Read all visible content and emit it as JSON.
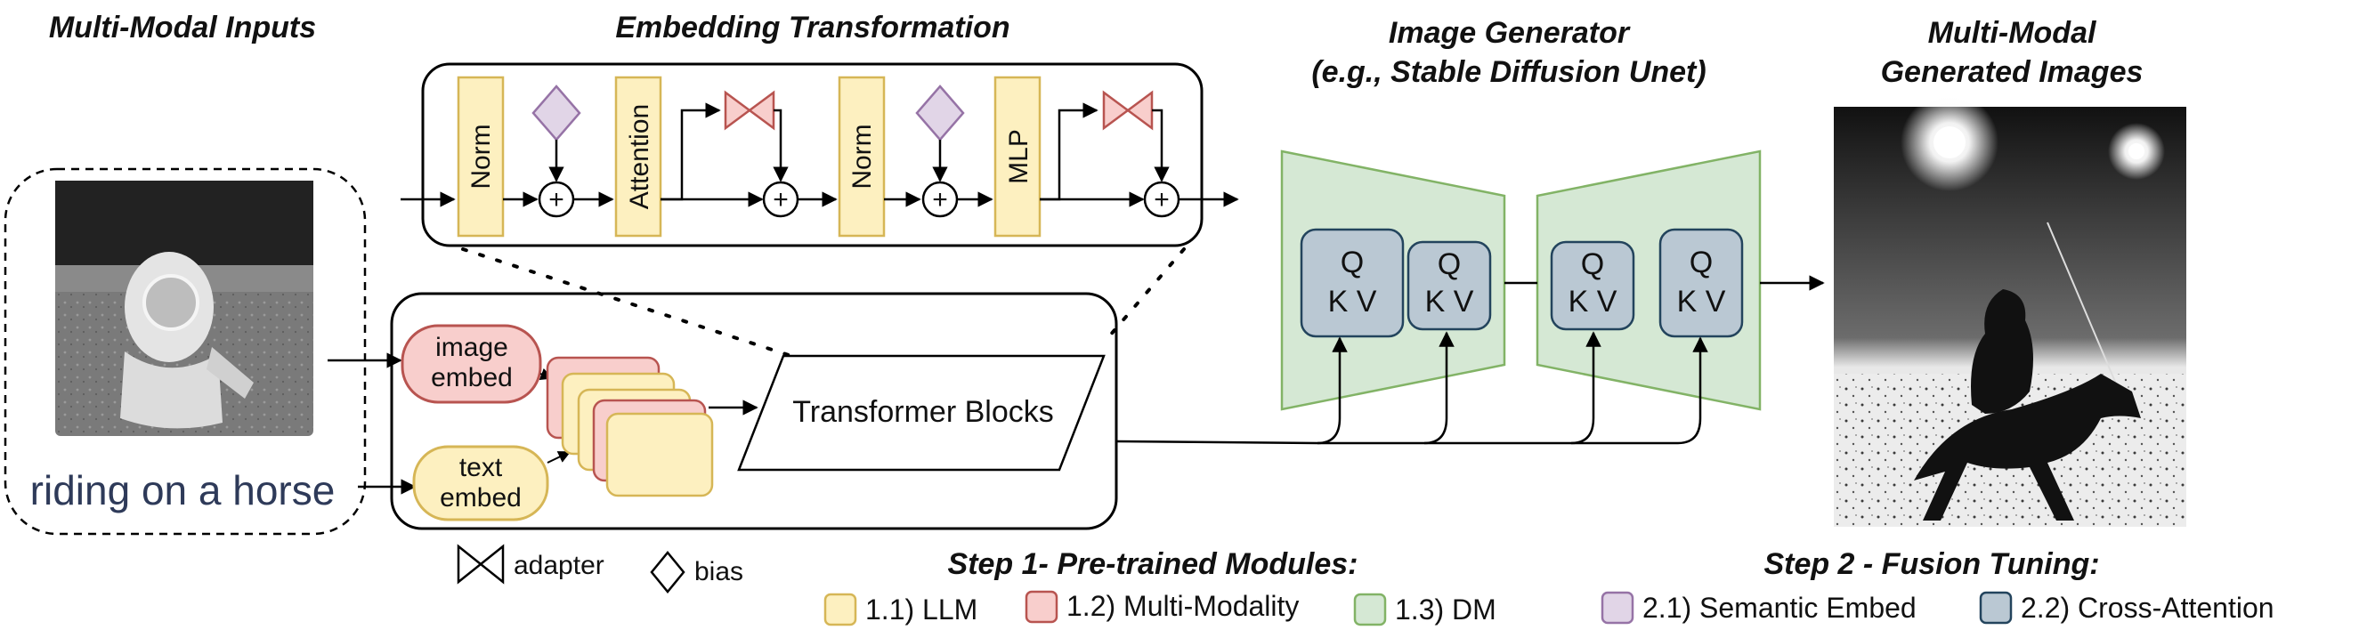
{
  "headers": {
    "inputs": "Multi-Modal Inputs",
    "embedding": "Embedding Transformation",
    "generator_line1": "Image Generator",
    "generator_line2": "(e.g., Stable Diffusion Unet)",
    "output_line1": "Multi-Modal",
    "output_line2": "Generated Images"
  },
  "input": {
    "caption": "riding on a horse"
  },
  "embedding_pipeline": {
    "norm1": "Norm",
    "attention": "Attention",
    "norm2": "Norm",
    "mlp": "MLP",
    "plus": "+"
  },
  "encoder": {
    "image_embed_line1": "image",
    "image_embed_line2": "embed",
    "text_embed_line1": "text",
    "text_embed_line2": "embed",
    "transformer_blocks": "Transformer Blocks"
  },
  "unet": {
    "q": "Q",
    "kv": "K V"
  },
  "symbols_legend": {
    "adapter": "adapter",
    "bias": "bias"
  },
  "step1": {
    "title": "Step 1- Pre-trained Modules:",
    "llm": "1.1) LLM",
    "multimodality": "1.2) Multi-Modality",
    "dm": "1.3) DM"
  },
  "step2": {
    "title": "Step 2 - Fusion Tuning:",
    "semantic": "2.1) Semantic Embed",
    "cross": "2.2) Cross-Attention"
  },
  "colors": {
    "llm": "#fdf0c0",
    "llm_border": "#d6b656",
    "multimodality": "#f8cecc",
    "multimodality_border": "#b85450",
    "dm": "#d5e8d4",
    "dm_border": "#82b366",
    "semantic": "#e1d5e7",
    "semantic_border": "#9673a6",
    "cross": "#bac8d3",
    "cross_border": "#23445d",
    "caption_text": "#2e3a59"
  }
}
